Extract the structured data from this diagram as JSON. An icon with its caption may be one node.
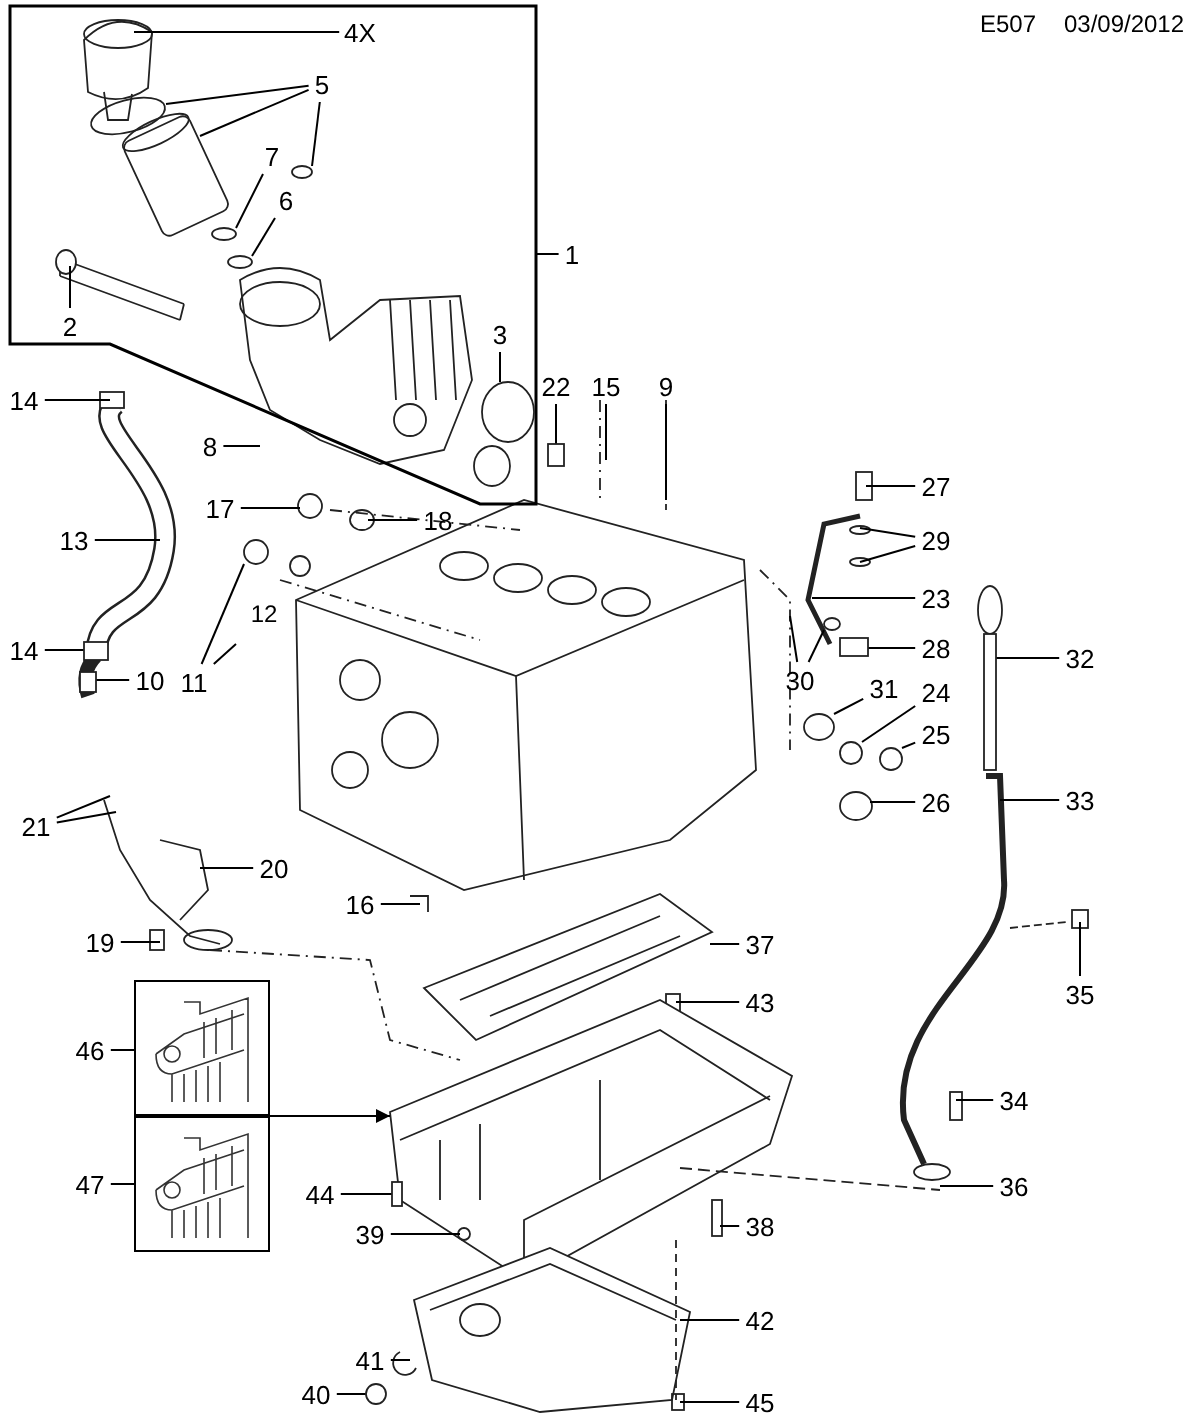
{
  "diagram": {
    "nodes": [
      {
        "text": [],
        "shape": "box"
      },
      {
        "text": [
          "4X"
        ],
        "in": 0
      },
      {
        "text": [
          "5"
        ],
        "in": 0
      },
      {
        "text": [
          "7"
        ],
        "in": 0
      },
      {
        "text": [
          "6"
        ],
        "in": 0
      },
      {
        "text": [
          "1"
        ]
      },
      {
        "text": [
          "2"
        ],
        "in": 0
      },
      {
        "text": [
          "3"
        ],
        "in": 0
      },
      {
        "text": [
          "14"
        ]
      },
      {
        "text": [
          "22"
        ]
      },
      {
        "text": [
          "15"
        ]
      },
      {
        "text": [
          "9"
        ]
      },
      {
        "text": [
          "8"
        ]
      },
      {
        "text": [
          "17"
        ]
      },
      {
        "text": [
          "18"
        ]
      },
      {
        "text": [
          "13"
        ]
      },
      {
        "text": [
          "27"
        ]
      },
      {
        "text": [
          "29"
        ]
      },
      {
        "text": [
          "23"
        ]
      },
      {
        "text": [
          "28"
        ]
      },
      {
        "text": [
          "11"
        ]
      },
      {
        "text": [
          "14"
        ]
      },
      {
        "text": [
          "10"
        ]
      },
      {
        "text": [
          "30"
        ]
      },
      {
        "text": [
          "31"
        ]
      },
      {
        "text": [
          "24"
        ]
      },
      {
        "text": [
          "32"
        ]
      },
      {
        "text": [
          "25"
        ]
      },
      {
        "text": [
          "26"
        ]
      },
      {
        "text": [
          "33"
        ]
      },
      {
        "text": [
          "21"
        ]
      },
      {
        "text": [
          "20"
        ]
      },
      {
        "text": [
          "16"
        ]
      },
      {
        "text": [
          "37"
        ]
      },
      {
        "text": [
          "19"
        ]
      },
      {
        "text": [],
        "shape": "picture"
      },
      {
        "text": [],
        "shape": "picture"
      },
      {
        "text": [
          "46"
        ]
      },
      {
        "text": [
          "47"
        ]
      },
      {
        "text": [
          "43"
        ]
      },
      {
        "text": [
          "35"
        ]
      },
      {
        "text": [
          "34"
        ]
      },
      {
        "text": [
          "44"
        ]
      },
      {
        "text": [
          "39"
        ]
      },
      {
        "text": [
          "38"
        ]
      },
      {
        "text": [
          "36"
        ]
      },
      {
        "text": [
          "42"
        ]
      },
      {
        "text": [
          "41"
        ]
      },
      {
        "text": [
          "40"
        ]
      },
      {
        "text": [
          "45"
        ]
      },
      {
        "text": [],
        "shape": "circle",
        "in": 0
      },
      {
        "text": [],
        "shape": "circle",
        "in": 0
      },
      {
        "text": [],
        "shape": "circle",
        "in": 0
      },
      {
        "text": [],
        "shape": "circle",
        "in": 0
      },
      {
        "text": [],
        "shape": "bar"
      },
      {
        "text": [],
        "shape": "bar"
      },
      {
        "text": [],
        "shape": "circle"
      },
      {
        "text": [],
        "shape": "bar"
      },
      {
        "text": [],
        "shape": "circle"
      },
      {
        "text": [],
        "shape": "circle"
      },
      {
        "text": [],
        "shape": "bar"
      },
      {
        "text": [],
        "shape": "bar"
      },
      {
        "text": [],
        "shape": "circle"
      },
      {
        "text": [],
        "shape": "bar"
      },
      {
        "text": [],
        "shape": "circle"
      },
      {
        "text": [],
        "shape": "circle"
      }
    ],
    "edges": [
      {
        "from": 1,
        "to": null,
        "arrow": "none"
      },
      {
        "from": 2,
        "to": null,
        "arrow": "none"
      },
      {
        "from": 2,
        "to": null,
        "arrow": "none"
      },
      {
        "from": 2,
        "to": 50,
        "arrow": "none"
      },
      {
        "from": 3,
        "to": 51,
        "arrow": "none"
      },
      {
        "from": 4,
        "to": 52,
        "arrow": "none"
      },
      {
        "from": 5,
        "to": 0,
        "arrow": "none"
      },
      {
        "from": 6,
        "to": null,
        "arrow": "none"
      },
      {
        "from": 7,
        "to": 53,
        "arrow": "none"
      },
      {
        "from": 8,
        "to": null,
        "arrow": "none"
      },
      {
        "from": 9,
        "to": 54,
        "arrow": "none"
      },
      {
        "from": 10,
        "to": null,
        "arrow": "none"
      },
      {
        "from": 11,
        "to": null,
        "arrow": "none"
      },
      {
        "from": 12,
        "to": null,
        "arrow": "none"
      },
      {
        "from": 13,
        "to": null,
        "arrow": "none"
      },
      {
        "from": 14,
        "to": null,
        "arrow": "none"
      },
      {
        "from": 15,
        "to": null,
        "arrow": "none"
      },
      {
        "from": 16,
        "to": null,
        "arrow": "none"
      },
      {
        "from": 17,
        "to": null,
        "arrow": "none"
      },
      {
        "from": 17,
        "to": null,
        "arrow": "none"
      },
      {
        "from": 18,
        "to": null,
        "arrow": "none"
      },
      {
        "from": 19,
        "to": 55,
        "arrow": "none"
      },
      {
        "from": 20,
        "to": 56,
        "arrow": "none"
      },
      {
        "from": 20,
        "to": null,
        "arrow": "none"
      },
      {
        "from": 21,
        "to": 57,
        "arrow": "none"
      },
      {
        "from": 22,
        "to": 63,
        "arrow": "none"
      },
      {
        "from": 23,
        "to": null,
        "arrow": "none"
      },
      {
        "from": 23,
        "to": 64,
        "arrow": "none"
      },
      {
        "from": 24,
        "to": 58,
        "arrow": "none"
      },
      {
        "from": 25,
        "to": 59,
        "arrow": "none"
      },
      {
        "from": 26,
        "to": 60,
        "arrow": "none"
      },
      {
        "from": 27,
        "to": 65,
        "arrow": "none"
      },
      {
        "from": 28,
        "to": null,
        "arrow": "none"
      },
      {
        "from": 29,
        "to": null,
        "arrow": "none"
      },
      {
        "from": 30,
        "to": null,
        "arrow": "none"
      },
      {
        "from": 30,
        "to": null,
        "arrow": "none"
      },
      {
        "from": 31,
        "to": null,
        "arrow": "none"
      },
      {
        "from": 32,
        "to": null,
        "arrow": "none"
      },
      {
        "from": 33,
        "to": null,
        "arrow": "none"
      },
      {
        "from": 34,
        "to": null,
        "arrow": "none"
      },
      {
        "from": 37,
        "to": 35,
        "arrow": "none"
      },
      {
        "from": 38,
        "to": 36,
        "arrow": "none"
      },
      {
        "from": 35,
        "to": null,
        "arrow": "to"
      },
      {
        "from": 36,
        "to": null,
        "arrow": "to"
      },
      {
        "from": 39,
        "to": null,
        "arrow": "none"
      },
      {
        "from": 40,
        "to": null,
        "arrow": "none"
      },
      {
        "from": 41,
        "to": null,
        "arrow": "none"
      },
      {
        "from": 42,
        "to": 61,
        "arrow": "none"
      },
      {
        "from": 43,
        "to": null,
        "arrow": "none"
      },
      {
        "from": 44,
        "to": null,
        "arrow": "none"
      },
      {
        "from": 45,
        "to": null,
        "arrow": "none"
      },
      {
        "from": 46,
        "to": null,
        "arrow": "none"
      },
      {
        "from": 47,
        "to": null,
        "arrow": "none"
      },
      {
        "from": 48,
        "to": 62,
        "arrow": "none"
      },
      {
        "from": 49,
        "to": null,
        "arrow": "none"
      }
    ],
    "labels": [
      "E507",
      "03/09/2012",
      "12"
    ]
  }
}
